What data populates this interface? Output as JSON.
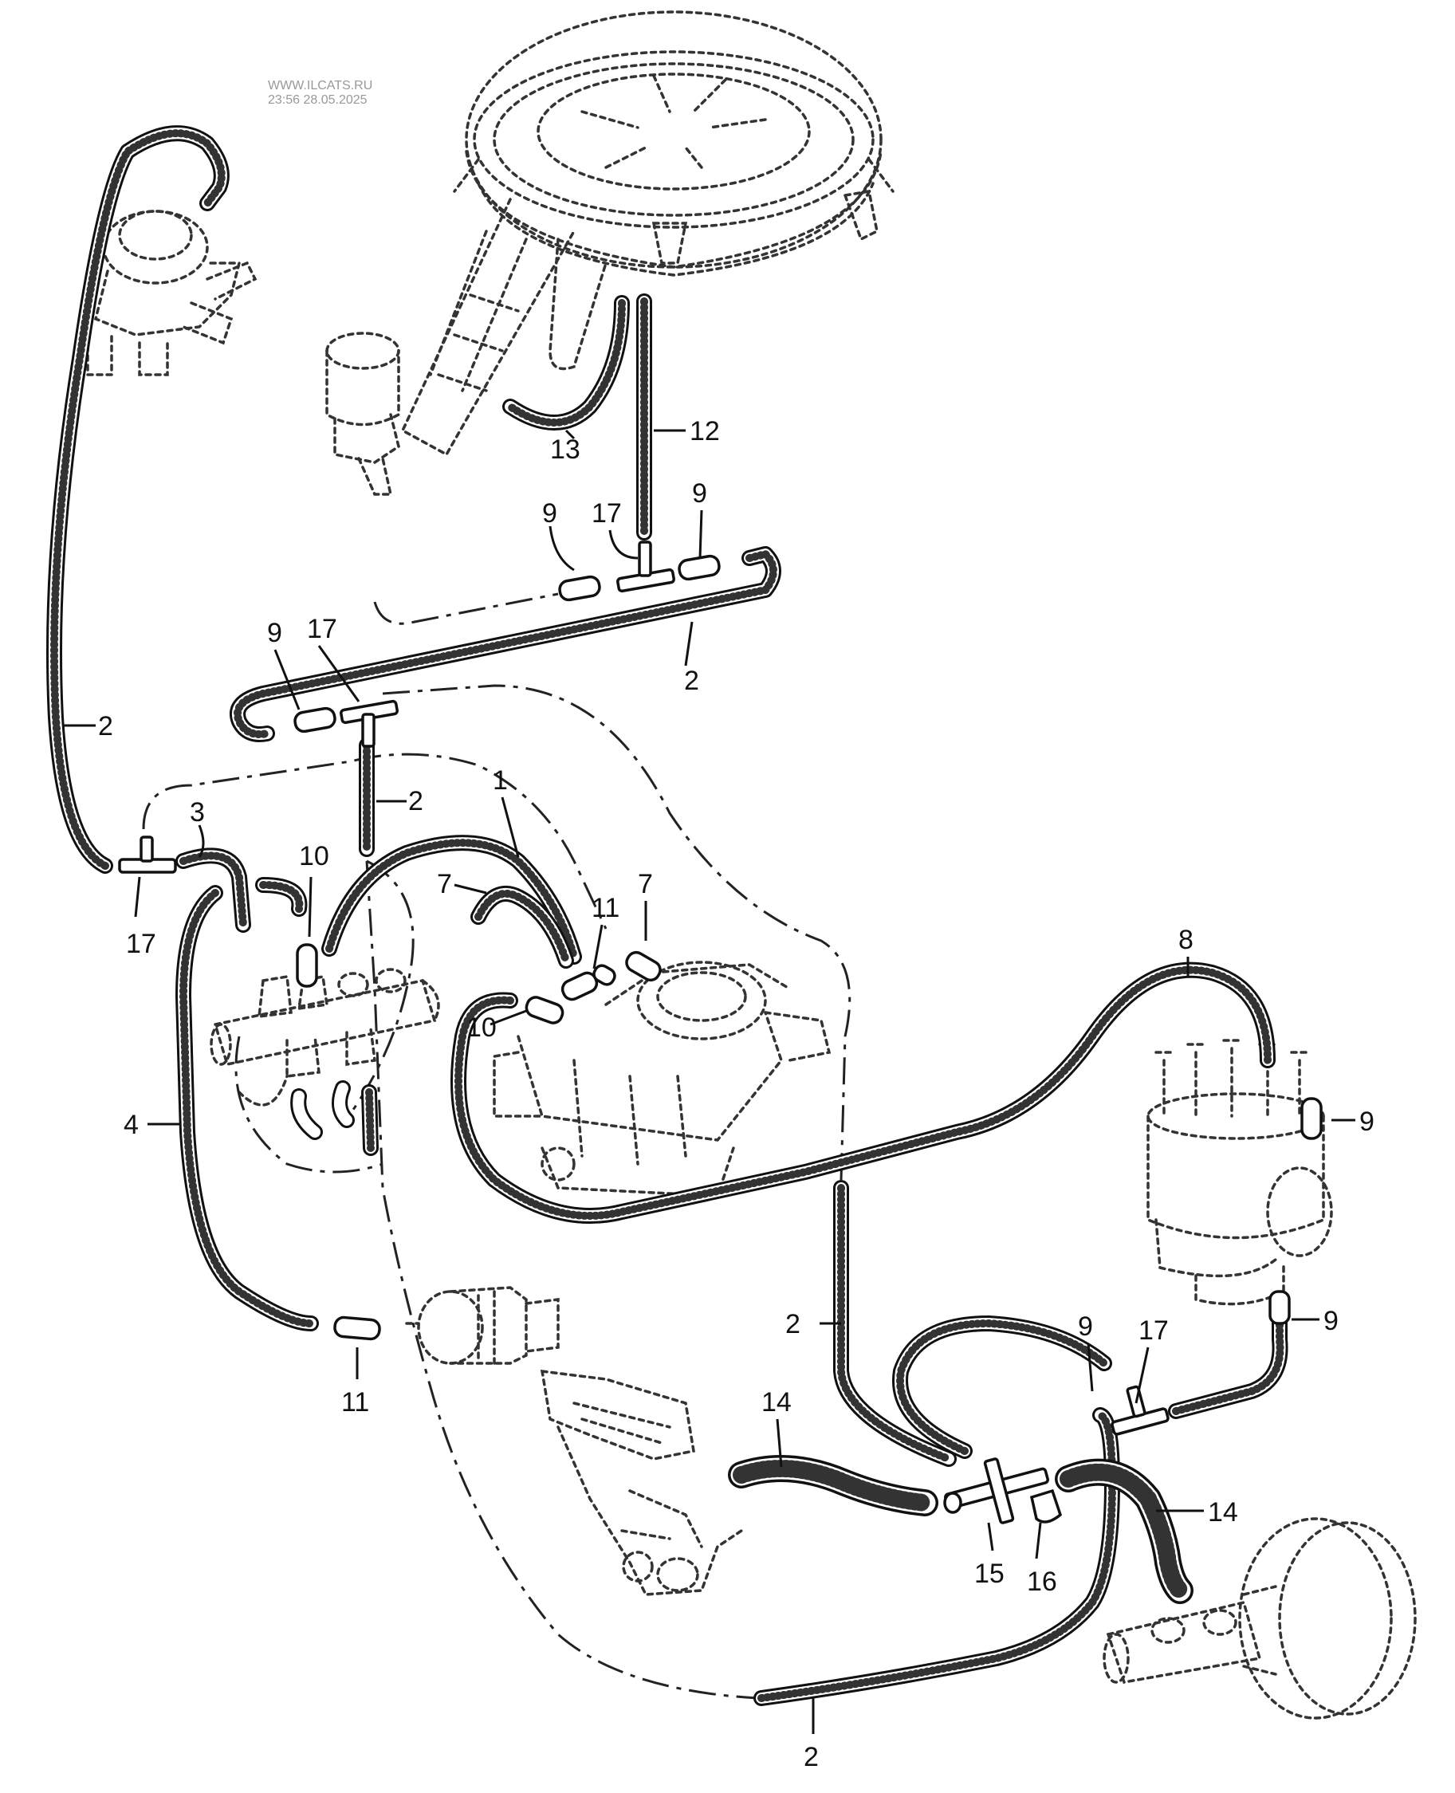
{
  "watermark": {
    "site": "WWW.ILCATS.RU",
    "timestamp": "23:56 28.05.2025"
  },
  "callouts": {
    "c1": "1",
    "c2a": "2",
    "c2b": "2",
    "c2c": "2",
    "c2d": "2",
    "c2e": "2",
    "c3": "3",
    "c4": "4",
    "c7a": "7",
    "c7b": "7",
    "c8": "8",
    "c9a": "9",
    "c9b": "9",
    "c9c": "9",
    "c9d": "9",
    "c9e": "9",
    "c9f": "9",
    "c10a": "10",
    "c10b": "10",
    "c11a": "11",
    "c11b": "11",
    "c12": "12",
    "c13": "13",
    "c14a": "14",
    "c14b": "14",
    "c15": "15",
    "c16": "16",
    "c17a": "17",
    "c17b": "17",
    "c17c": "17",
    "c17d": "17"
  }
}
